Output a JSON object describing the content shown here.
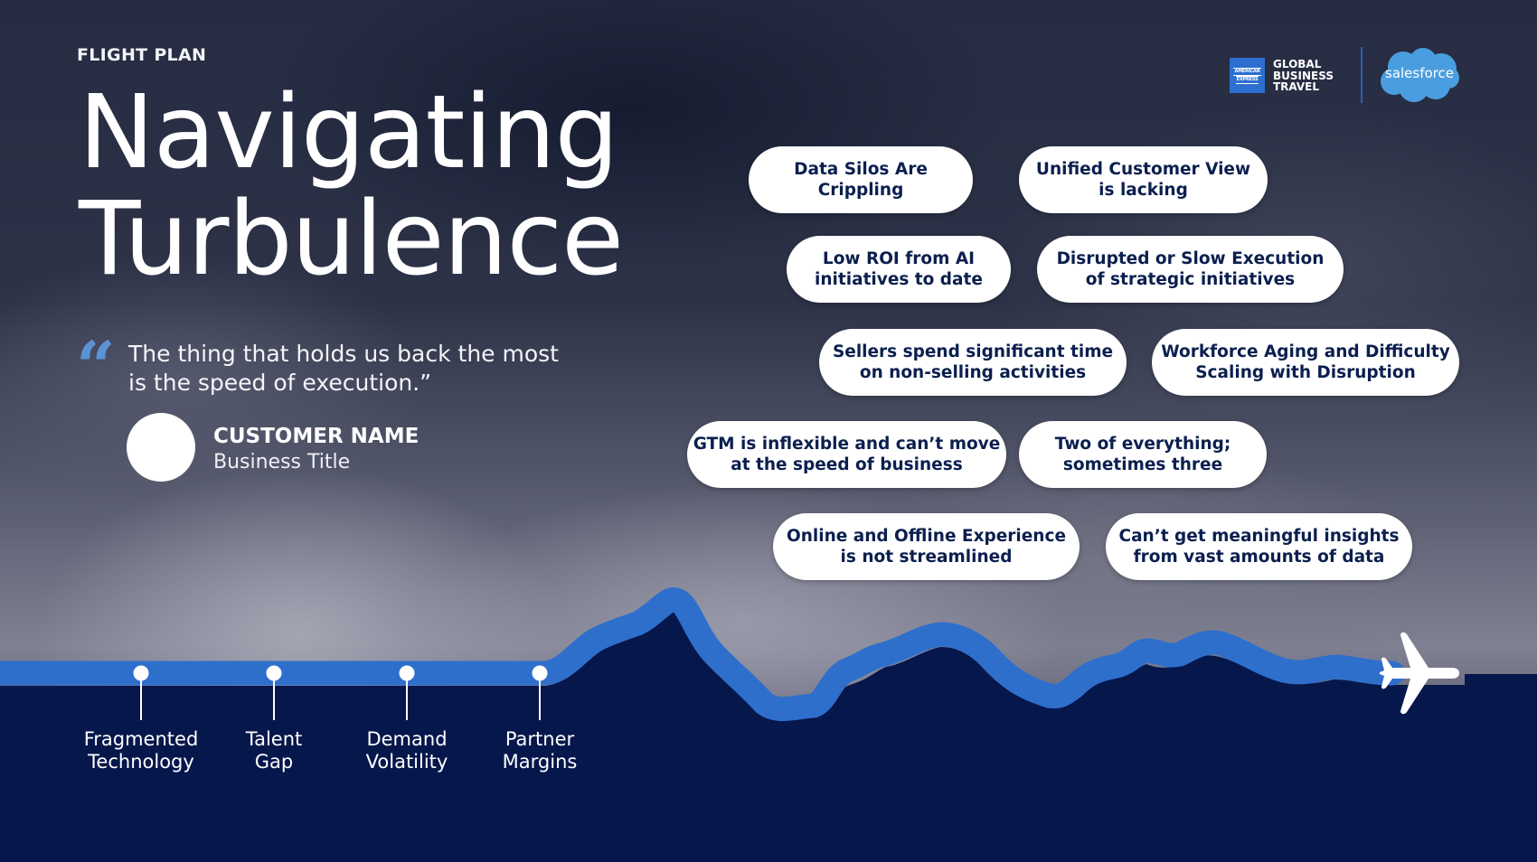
{
  "header": {
    "kicker": "FLIGHT PLAN",
    "title_line1": "Navigating",
    "title_line2": "Turbulence"
  },
  "quote": {
    "icon": "quote-open-icon",
    "mark": "“",
    "text": "The thing that holds us back the most is the speed of execution.”",
    "customer_name": "CUSTOMER NAME",
    "customer_title": "Business Title"
  },
  "logos": {
    "amex_line1": "AMERICAN",
    "amex_line2": "EXPRESS",
    "gbt_line1": "GLOBAL",
    "gbt_line2": "BUSINESS",
    "gbt_line3": "TRAVEL",
    "salesforce": "salesforce",
    "amex_color": "#2d6fcf",
    "salesforce_color": "#4a9ee0"
  },
  "challenges": [
    {
      "label": "Data Silos Are Crippling"
    },
    {
      "label": "Unified Customer View\nis lacking"
    },
    {
      "label": "Low ROI from AI\ninitiatives to date"
    },
    {
      "label": "Disrupted or Slow Execution\nof strategic initiatives"
    },
    {
      "label": "Sellers spend significant time\non non-selling activities"
    },
    {
      "label": "Workforce Aging and Difficulty\nScaling with Disruption"
    },
    {
      "label": "GTM is inflexible and can’t move\nat the speed of business"
    },
    {
      "label": "Two of everything;\nsometimes three"
    },
    {
      "label": "Online and Offline Experience\nis not streamlined"
    },
    {
      "label": "Can’t get meaningful insights\nfrom vast amounts of data"
    }
  ],
  "milestones": [
    {
      "label": "Fragmented\nTechnology"
    },
    {
      "label": "Talent\nGap"
    },
    {
      "label": "Demand\nVolatility"
    },
    {
      "label": "Partner\nMargins"
    }
  ],
  "flight_path": {
    "plane_icon": "airplane-icon",
    "line_color": "#2f6fcc",
    "ground_color": "#06174c",
    "milestone_dot_color": "#ffffff"
  }
}
